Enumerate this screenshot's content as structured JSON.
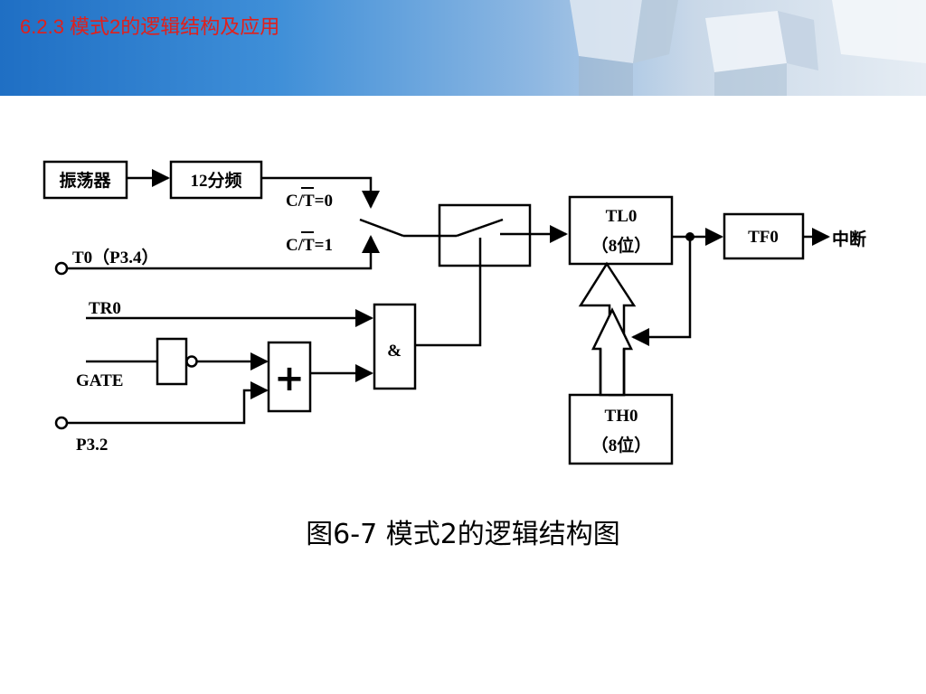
{
  "header": {
    "title": "6.2.3 模式2的逻辑结构及应用",
    "title_color": "#e0201c"
  },
  "diagram": {
    "oscillator": "振荡器",
    "divider": "12分频",
    "ct0": "C/T=0",
    "ct1": "C/T=1",
    "t0_pin": "T0（P3.4）",
    "tr0": "TR0",
    "gate": "GATE",
    "p32": "P3.2",
    "and_symbol": "&",
    "or_symbol": "+",
    "tl0_name": "TL0",
    "tl0_bits": "（8位）",
    "th0_name": "TH0",
    "th0_bits": "（8位）",
    "tf0": "TF0",
    "interrupt": "中断"
  },
  "caption": "图6-7  模式2的逻辑结构图"
}
